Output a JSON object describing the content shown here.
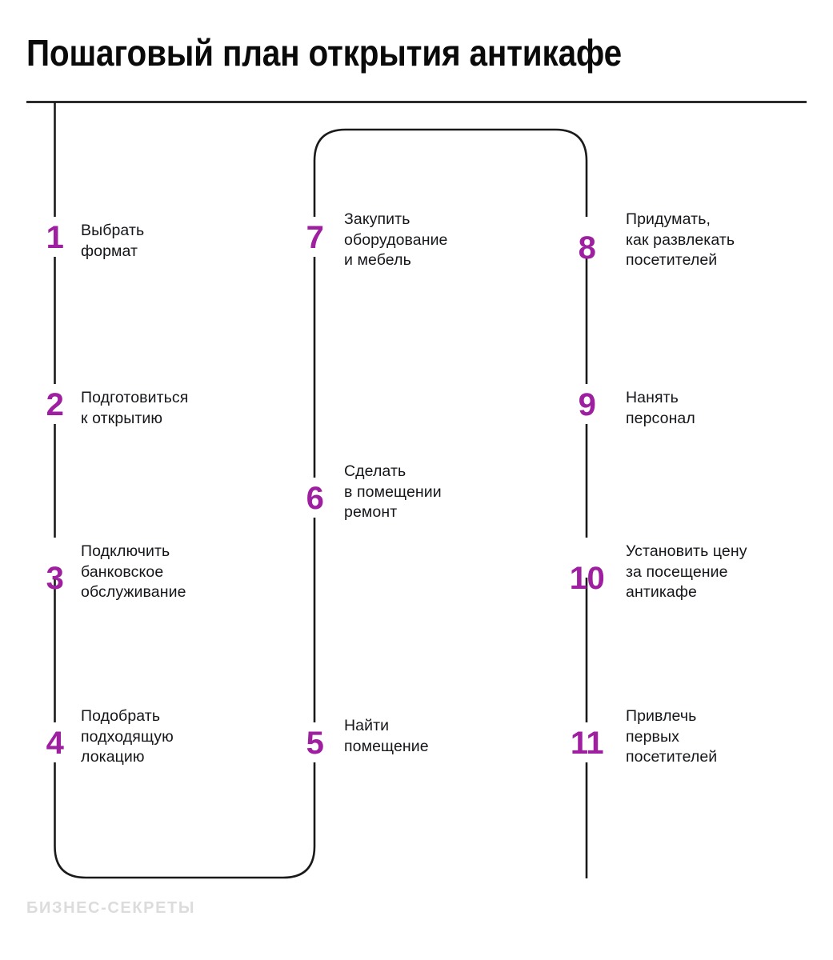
{
  "header": {
    "title": "Пошаговый план открытия антикафе"
  },
  "colors": {
    "accent": "#9E1FA0",
    "text": "#15161a",
    "line": "#1a1a1a",
    "watermark": "#dcdcdc",
    "background": "#ffffff"
  },
  "footer": {
    "watermark": "БИЗНЕС-СЕКРЕТЫ"
  },
  "steps": [
    {
      "number": "1",
      "label": "Выбрать\nформат"
    },
    {
      "number": "2",
      "label": "Подготовиться\nк открытию"
    },
    {
      "number": "3",
      "label": "Подключить\nбанковское\nобслуживание"
    },
    {
      "number": "4",
      "label": "Подобрать\nподходящую\nлокацию"
    },
    {
      "number": "5",
      "label": "Найти\nпомещение"
    },
    {
      "number": "6",
      "label": "Сделать\nв помещении\nремонт"
    },
    {
      "number": "7",
      "label": "Закупить\nоборудование\nи мебель"
    },
    {
      "number": "8",
      "label": "Придумать,\nкак развлекать\nпосетителей"
    },
    {
      "number": "9",
      "label": "Нанять\nперсонал"
    },
    {
      "number": "10",
      "label": "Установить цену\nза посещение\nантикафе"
    },
    {
      "number": "11",
      "label": "Привлечь\nпервых\nпосетителей"
    }
  ]
}
